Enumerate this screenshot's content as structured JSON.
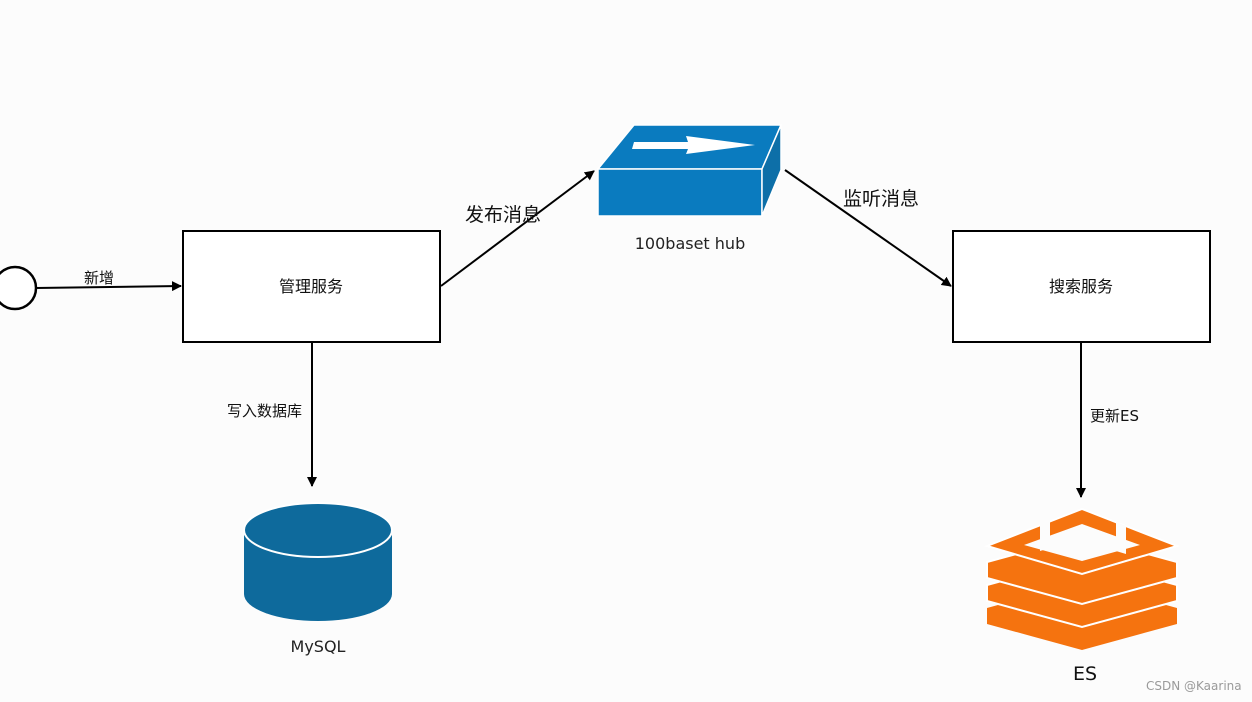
{
  "nodes": {
    "mgmt_service": {
      "label": "管理服务"
    },
    "search_service": {
      "label": "搜索服务"
    },
    "hub": {
      "label": "100baset hub"
    },
    "mysql": {
      "label": "MySQL"
    },
    "es": {
      "label": "ES"
    }
  },
  "edges": {
    "add": {
      "label": "新增"
    },
    "publish": {
      "label": "发布消息"
    },
    "listen": {
      "label": "监听消息"
    },
    "write_db": {
      "label": "写入数据库"
    },
    "update_es": {
      "label": "更新ES"
    }
  },
  "watermark": "CSDN @Kaarina",
  "colors": {
    "hub_blue": "#0a7bbf",
    "db_blue": "#0e6a9c",
    "es_orange": "#f5730f",
    "stroke": "#000000"
  },
  "icons": {
    "hub": "network-hub-icon",
    "mysql": "database-cylinder-icon",
    "es": "stacked-layers-icon",
    "start": "start-event-circle-icon"
  }
}
